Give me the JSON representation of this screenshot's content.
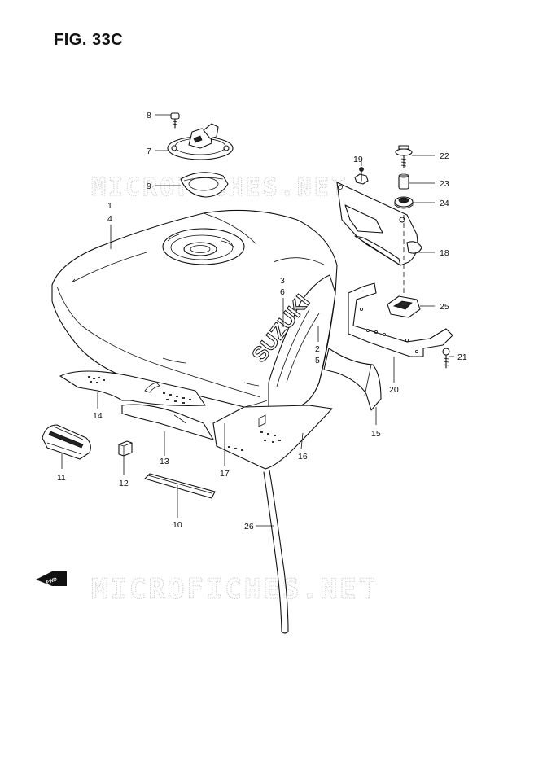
{
  "figure": {
    "title": "FIG. 33C",
    "watermark": "MICROFICHES.NET",
    "tank_logo": "SUZUKI",
    "fwd_label": "FWD"
  },
  "callouts": [
    {
      "id": "c8",
      "text": "8"
    },
    {
      "id": "c7",
      "text": "7"
    },
    {
      "id": "c9",
      "text": "9"
    },
    {
      "id": "c1",
      "text": "1"
    },
    {
      "id": "c4",
      "text": "4"
    },
    {
      "id": "c3",
      "text": "3"
    },
    {
      "id": "c6",
      "text": "6"
    },
    {
      "id": "c2",
      "text": "2"
    },
    {
      "id": "c5",
      "text": "5"
    },
    {
      "id": "c19",
      "text": "19"
    },
    {
      "id": "c22",
      "text": "22"
    },
    {
      "id": "c23",
      "text": "23"
    },
    {
      "id": "c24",
      "text": "24"
    },
    {
      "id": "c18",
      "text": "18"
    },
    {
      "id": "c25",
      "text": "25"
    },
    {
      "id": "c21",
      "text": "21"
    },
    {
      "id": "c20",
      "text": "20"
    },
    {
      "id": "c15",
      "text": "15"
    },
    {
      "id": "c14",
      "text": "14"
    },
    {
      "id": "c16",
      "text": "16"
    },
    {
      "id": "c17",
      "text": "17"
    },
    {
      "id": "c13",
      "text": "13"
    },
    {
      "id": "c11",
      "text": "11"
    },
    {
      "id": "c12",
      "text": "12"
    },
    {
      "id": "c10",
      "text": "10"
    },
    {
      "id": "c26",
      "text": "26"
    }
  ]
}
